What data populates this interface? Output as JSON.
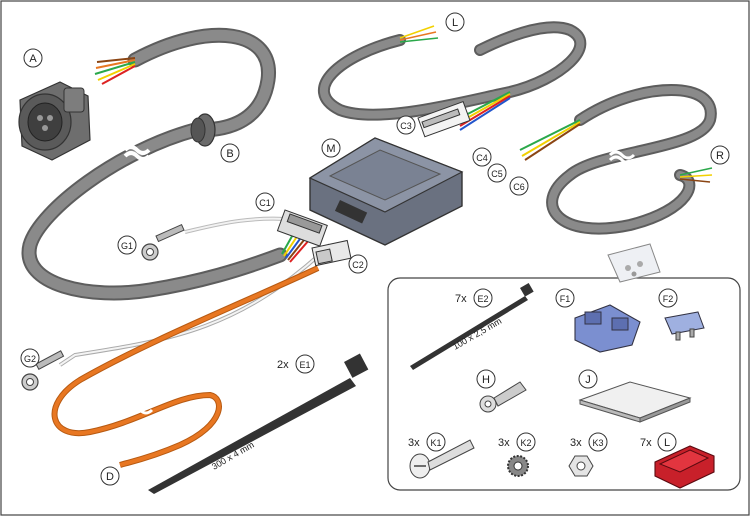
{
  "labels": {
    "A": "A",
    "B": "B",
    "M": "M",
    "L_top": "L",
    "R": "R",
    "C1": "C1",
    "C2": "C2",
    "C3": "C3",
    "C4": "C4",
    "C5": "C5",
    "C6": "C6",
    "G1": "G1",
    "G2": "G2",
    "D": "D",
    "E1": "E1",
    "E2": "E2",
    "F1": "F1",
    "F2": "F2",
    "H": "H",
    "J": "J",
    "K1": "K1",
    "K2": "K2",
    "K3": "K3",
    "L_box": "L"
  },
  "quantities": {
    "E1": "2x",
    "E2": "7x",
    "K1": "3x",
    "K2": "3x",
    "K3": "3x",
    "L_box": "7x"
  },
  "dimensions": {
    "E1": "300 x 4 mm",
    "E2": "100 x 2,5 mm"
  },
  "colors": {
    "cable": "#8a8a8a",
    "cable_dark": "#5d5d5d",
    "orange": "#e87722",
    "fuse_holder": "#7b8fd0",
    "fuse": "#9fb0e0",
    "clip": "#c8202a",
    "label_fill": "#ffffff",
    "outline": "#333333"
  },
  "icons": [
    "socket-icon",
    "grommet-icon",
    "module-icon",
    "connector-icon",
    "ring-terminal-icon",
    "cable-tie-icon",
    "fuse-holder-icon",
    "fuse-icon",
    "adhesive-pad-icon",
    "screw-icon",
    "washer-icon",
    "nut-icon",
    "wire-clip-icon",
    "bag-icon"
  ]
}
